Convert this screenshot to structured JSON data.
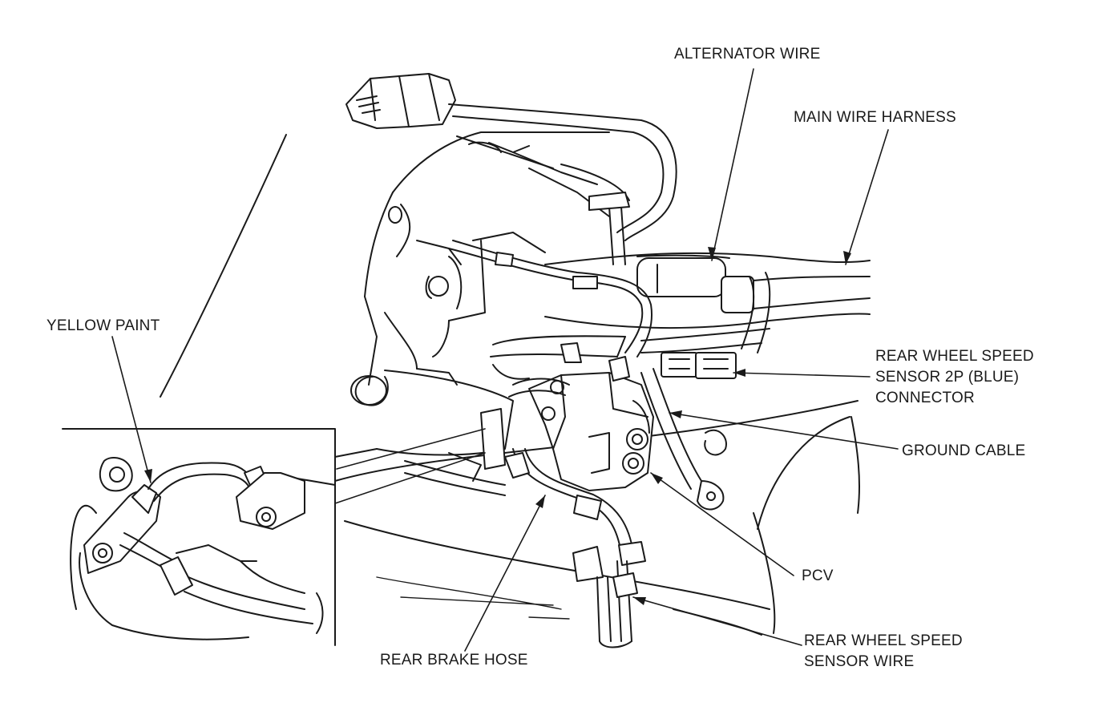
{
  "labels": {
    "alternator_wire": "ALTERNATOR WIRE",
    "main_wire_harness": "MAIN WIRE HARNESS",
    "yellow_paint": "YELLOW PAINT",
    "rear_wheel_speed_sensor_connector": [
      "REAR WHEEL SPEED",
      "SENSOR 2P (BLUE)",
      "CONNECTOR"
    ],
    "ground_cable": "GROUND CABLE",
    "pcv": "PCV",
    "rear_brake_hose": "REAR BRAKE HOSE",
    "rear_wheel_speed_sensor_wire": [
      "REAR WHEEL SPEED",
      "SENSOR WIRE"
    ]
  },
  "colors": {
    "line": "#1a1a1a",
    "background": "#ffffff"
  }
}
